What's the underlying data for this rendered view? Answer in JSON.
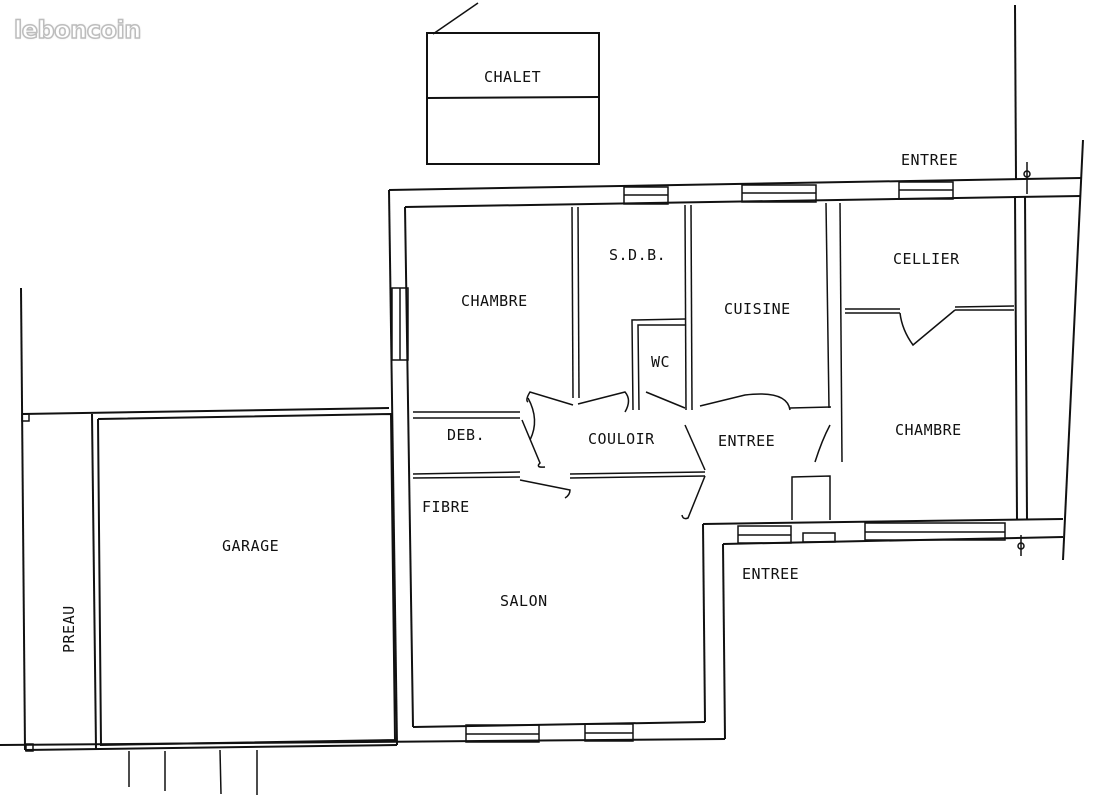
{
  "watermark": {
    "brand": "leboncoin"
  },
  "plan": {
    "rooms": [
      {
        "id": "chalet",
        "label": "CHALET"
      },
      {
        "id": "chambre1",
        "label": "CHAMBRE"
      },
      {
        "id": "sdb",
        "label": "S.D.B."
      },
      {
        "id": "wc",
        "label": "WC"
      },
      {
        "id": "cuisine",
        "label": "CUISINE"
      },
      {
        "id": "cellier",
        "label": "CELLIER"
      },
      {
        "id": "chambre2",
        "label": "CHAMBRE"
      },
      {
        "id": "deb",
        "label": "DEB."
      },
      {
        "id": "couloir",
        "label": "COULOIR"
      },
      {
        "id": "entree_int",
        "label": "ENTREE"
      },
      {
        "id": "garage",
        "label": "GARAGE"
      },
      {
        "id": "preau",
        "label": "PREAU"
      },
      {
        "id": "salon",
        "label": "SALON"
      },
      {
        "id": "fibre",
        "label": "FIBRE"
      },
      {
        "id": "entree_top",
        "label": "ENTREE"
      },
      {
        "id": "entree_bottom",
        "label": "ENTREE"
      }
    ]
  }
}
